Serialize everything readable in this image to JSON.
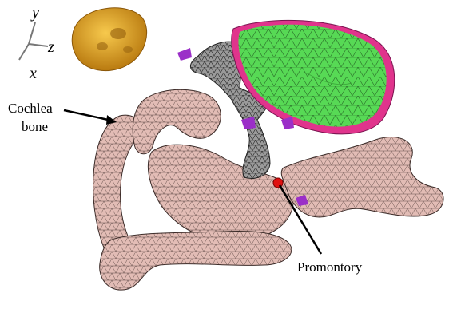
{
  "axes": {
    "y": "y",
    "z": "z",
    "x": "x"
  },
  "labels": {
    "cochlea_line1": "Cochlea",
    "cochlea_line2": "bone",
    "promontory": "Promontory"
  },
  "colors": {
    "bone_fill": "#e2bcb5",
    "bone_mesh": "#3b2b28",
    "membrane_fill": "#57d955",
    "membrane_rim": "#e0348c",
    "ossicle_fill": "#9a9a9a",
    "thumbnail_fill": "#e0a52a",
    "accent_purple": "#9b2fc8",
    "marker_red": "#e01010"
  }
}
